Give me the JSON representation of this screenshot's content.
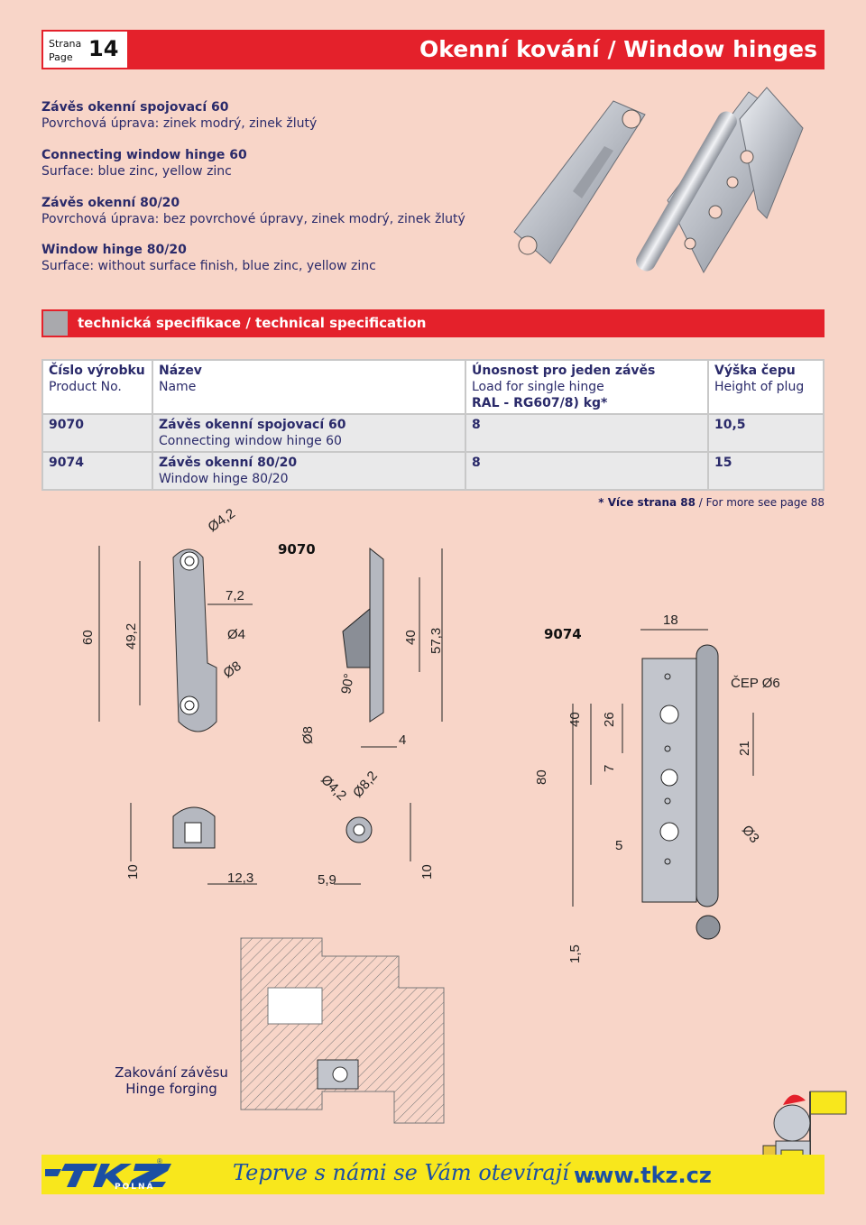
{
  "header": {
    "page_label_cz": "Strana",
    "page_label_en": "Page",
    "page_number": "14",
    "title": "Okenní kování / Window hinges"
  },
  "description": [
    {
      "title": "Závěs okenní spojovací 60",
      "line": "Povrchová úprava: zinek modrý, zinek žlutý"
    },
    {
      "title": "Connecting window hinge 60",
      "line": "Surface: blue zinc, yellow zinc"
    },
    {
      "title": "Závěs okenní 80/20",
      "line": "Povrchová úprava: bez povrchové úpravy, zinek modrý, zinek žlutý"
    },
    {
      "title": "Window hinge 80/20",
      "line": "Surface: without surface finish, blue zinc, yellow zinc"
    }
  ],
  "spec_bar": {
    "label": "technická specifikace / technical specification"
  },
  "table": {
    "headers": [
      {
        "cz": "Číslo výrobku",
        "en": "Product No.",
        "extra": ""
      },
      {
        "cz": "Název",
        "en": "Name",
        "extra": ""
      },
      {
        "cz": "Únosnost pro jeden závěs",
        "en": "Load for single hinge",
        "extra": "RAL - RG607/8) kg*"
      },
      {
        "cz": "Výška čepu",
        "en": "Height of plug",
        "extra": ""
      }
    ],
    "rows": [
      {
        "no": "9070",
        "name_cz": "Závěs okenní spojovací 60",
        "name_en": "Connecting window hinge 60",
        "load": "8",
        "height": "10,5"
      },
      {
        "no": "9074",
        "name_cz": "Závěs okenní 80/20",
        "name_en": "Window hinge 80/20",
        "load": "8",
        "height": "15"
      }
    ]
  },
  "footnote": {
    "bold": "* Více strana 88",
    "rest": " / For more see page 88"
  },
  "drawings": {
    "label_9070": "9070",
    "label_9074": "9074",
    "dims_9070": [
      "Ø4,2",
      "60",
      "49,2",
      "7,2",
      "Ø4",
      "Ø8",
      "40",
      "57,3",
      "90°",
      "Ø8",
      "4",
      "Ø4,2",
      "Ø8,2",
      "10",
      "12,3",
      "5,9",
      "10"
    ],
    "dims_9074": [
      "18",
      "ČEP Ø6",
      "40",
      "26",
      "7",
      "21",
      "80",
      "5",
      "Ø3",
      "1,5"
    ]
  },
  "forging": {
    "line1": "Zakování závěsu",
    "line2": "Hinge forging"
  },
  "footer": {
    "logo": "TKZ",
    "logo_sub": "POLNÁ",
    "slogan": "Teprve s námi se Vám otevírají ...",
    "url": "www.tkz.cz"
  },
  "colors": {
    "background": "#f8d5c8",
    "accent_red": "#e4212b",
    "footer_yellow": "#f8e71c",
    "text_blue": "#1b4fa3"
  }
}
